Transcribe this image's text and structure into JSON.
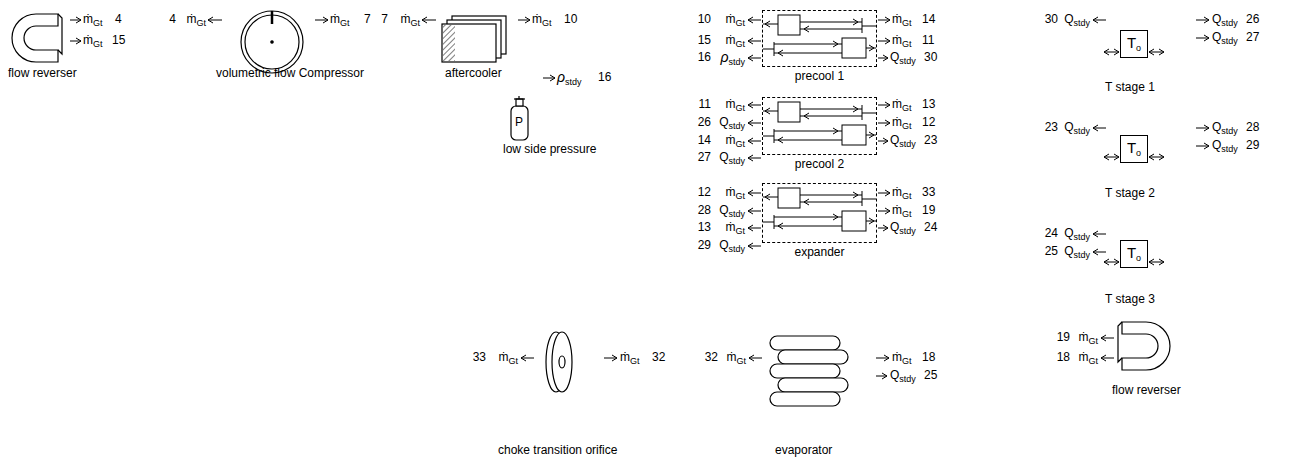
{
  "diagram": {
    "nodes": [
      {
        "text": [
          "precool 1"
        ]
      },
      {
        "text": [
          "precool 2"
        ]
      },
      {
        "text": [
          "expander"
        ]
      },
      {
        "text": [
          "To"
        ]
      },
      {
        "text": [
          "To"
        ]
      },
      {
        "text": [
          "To"
        ]
      }
    ],
    "labels": [
      "ṁGt",
      "4",
      "ṁGt",
      "15",
      "flow reverser",
      "4",
      "ṁGt",
      "ṁGt",
      "7",
      "volumetric flow Compressor",
      "7",
      "ṁGt",
      "ṁGt",
      "10",
      "aftercooler",
      "10",
      "ṁGt",
      "15",
      "ṁGt",
      "16",
      "ρstdy",
      "ṁGt",
      "14",
      "ṁGt",
      "11",
      "Qstdy",
      "30",
      "30",
      "Qstdy",
      "Qstdy",
      "26",
      "Qstdy",
      "27",
      "T stage 1",
      "P",
      "ρstdy",
      "16",
      "low side pressure",
      "11",
      "ṁGt",
      "26",
      "Qstdy",
      "14",
      "ṁGt",
      "27",
      "Qstdy",
      "ṁGt",
      "13",
      "ṁGt",
      "12",
      "Qstdy",
      "23",
      "23",
      "Qstdy",
      "Qstdy",
      "28",
      "Qstdy",
      "29",
      "T stage 2",
      "12",
      "ṁGt",
      "28",
      "Qstdy",
      "13",
      "ṁGt",
      "29",
      "Qstdy",
      "ṁGt",
      "33",
      "ṁGt",
      "19",
      "Qstdy",
      "24",
      "24",
      "Qstdy",
      "25",
      "Qstdy",
      "T stage 3",
      "33",
      "ṁGt",
      "ṁGt",
      "32",
      "choke transition orifice",
      "32",
      "ṁGt",
      "ṁGt",
      "18",
      "Qstdy",
      "25",
      "evaporator",
      "19",
      "ṁGt",
      "18",
      "ṁGt",
      "flow reverser"
    ]
  }
}
